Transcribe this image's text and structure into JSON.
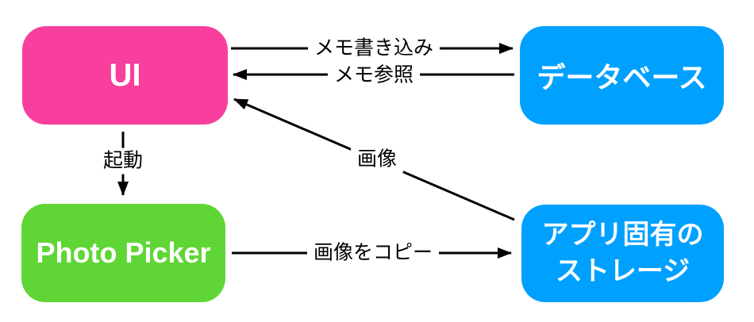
{
  "diagram": {
    "background": "#ffffff",
    "arrow_color": "#000000",
    "nodes": {
      "ui": {
        "label": "UI",
        "color": "#f83f9d",
        "text_color": "#ffffff"
      },
      "database": {
        "label": "データベース",
        "color": "#00a0ff",
        "text_color": "#ffffff"
      },
      "photo_picker": {
        "label": "Photo Picker",
        "color": "#5fd636",
        "text_color": "#ffffff"
      },
      "app_storage": {
        "label": "アプリ固有の\nストレージ",
        "color": "#00a0ff",
        "text_color": "#ffffff"
      }
    },
    "edges": {
      "memo_write": {
        "label": "メモ書き込み",
        "from": "UI",
        "to": "データベース"
      },
      "memo_read": {
        "label": "メモ参照",
        "from": "データベース",
        "to": "UI"
      },
      "launch": {
        "label": "起動",
        "from": "UI",
        "to": "Photo Picker"
      },
      "image": {
        "label": "画像",
        "from": "アプリ固有のストレージ",
        "to": "UI"
      },
      "image_copy": {
        "label": "画像をコピー",
        "from": "Photo Picker",
        "to": "アプリ固有のストレージ"
      }
    }
  }
}
